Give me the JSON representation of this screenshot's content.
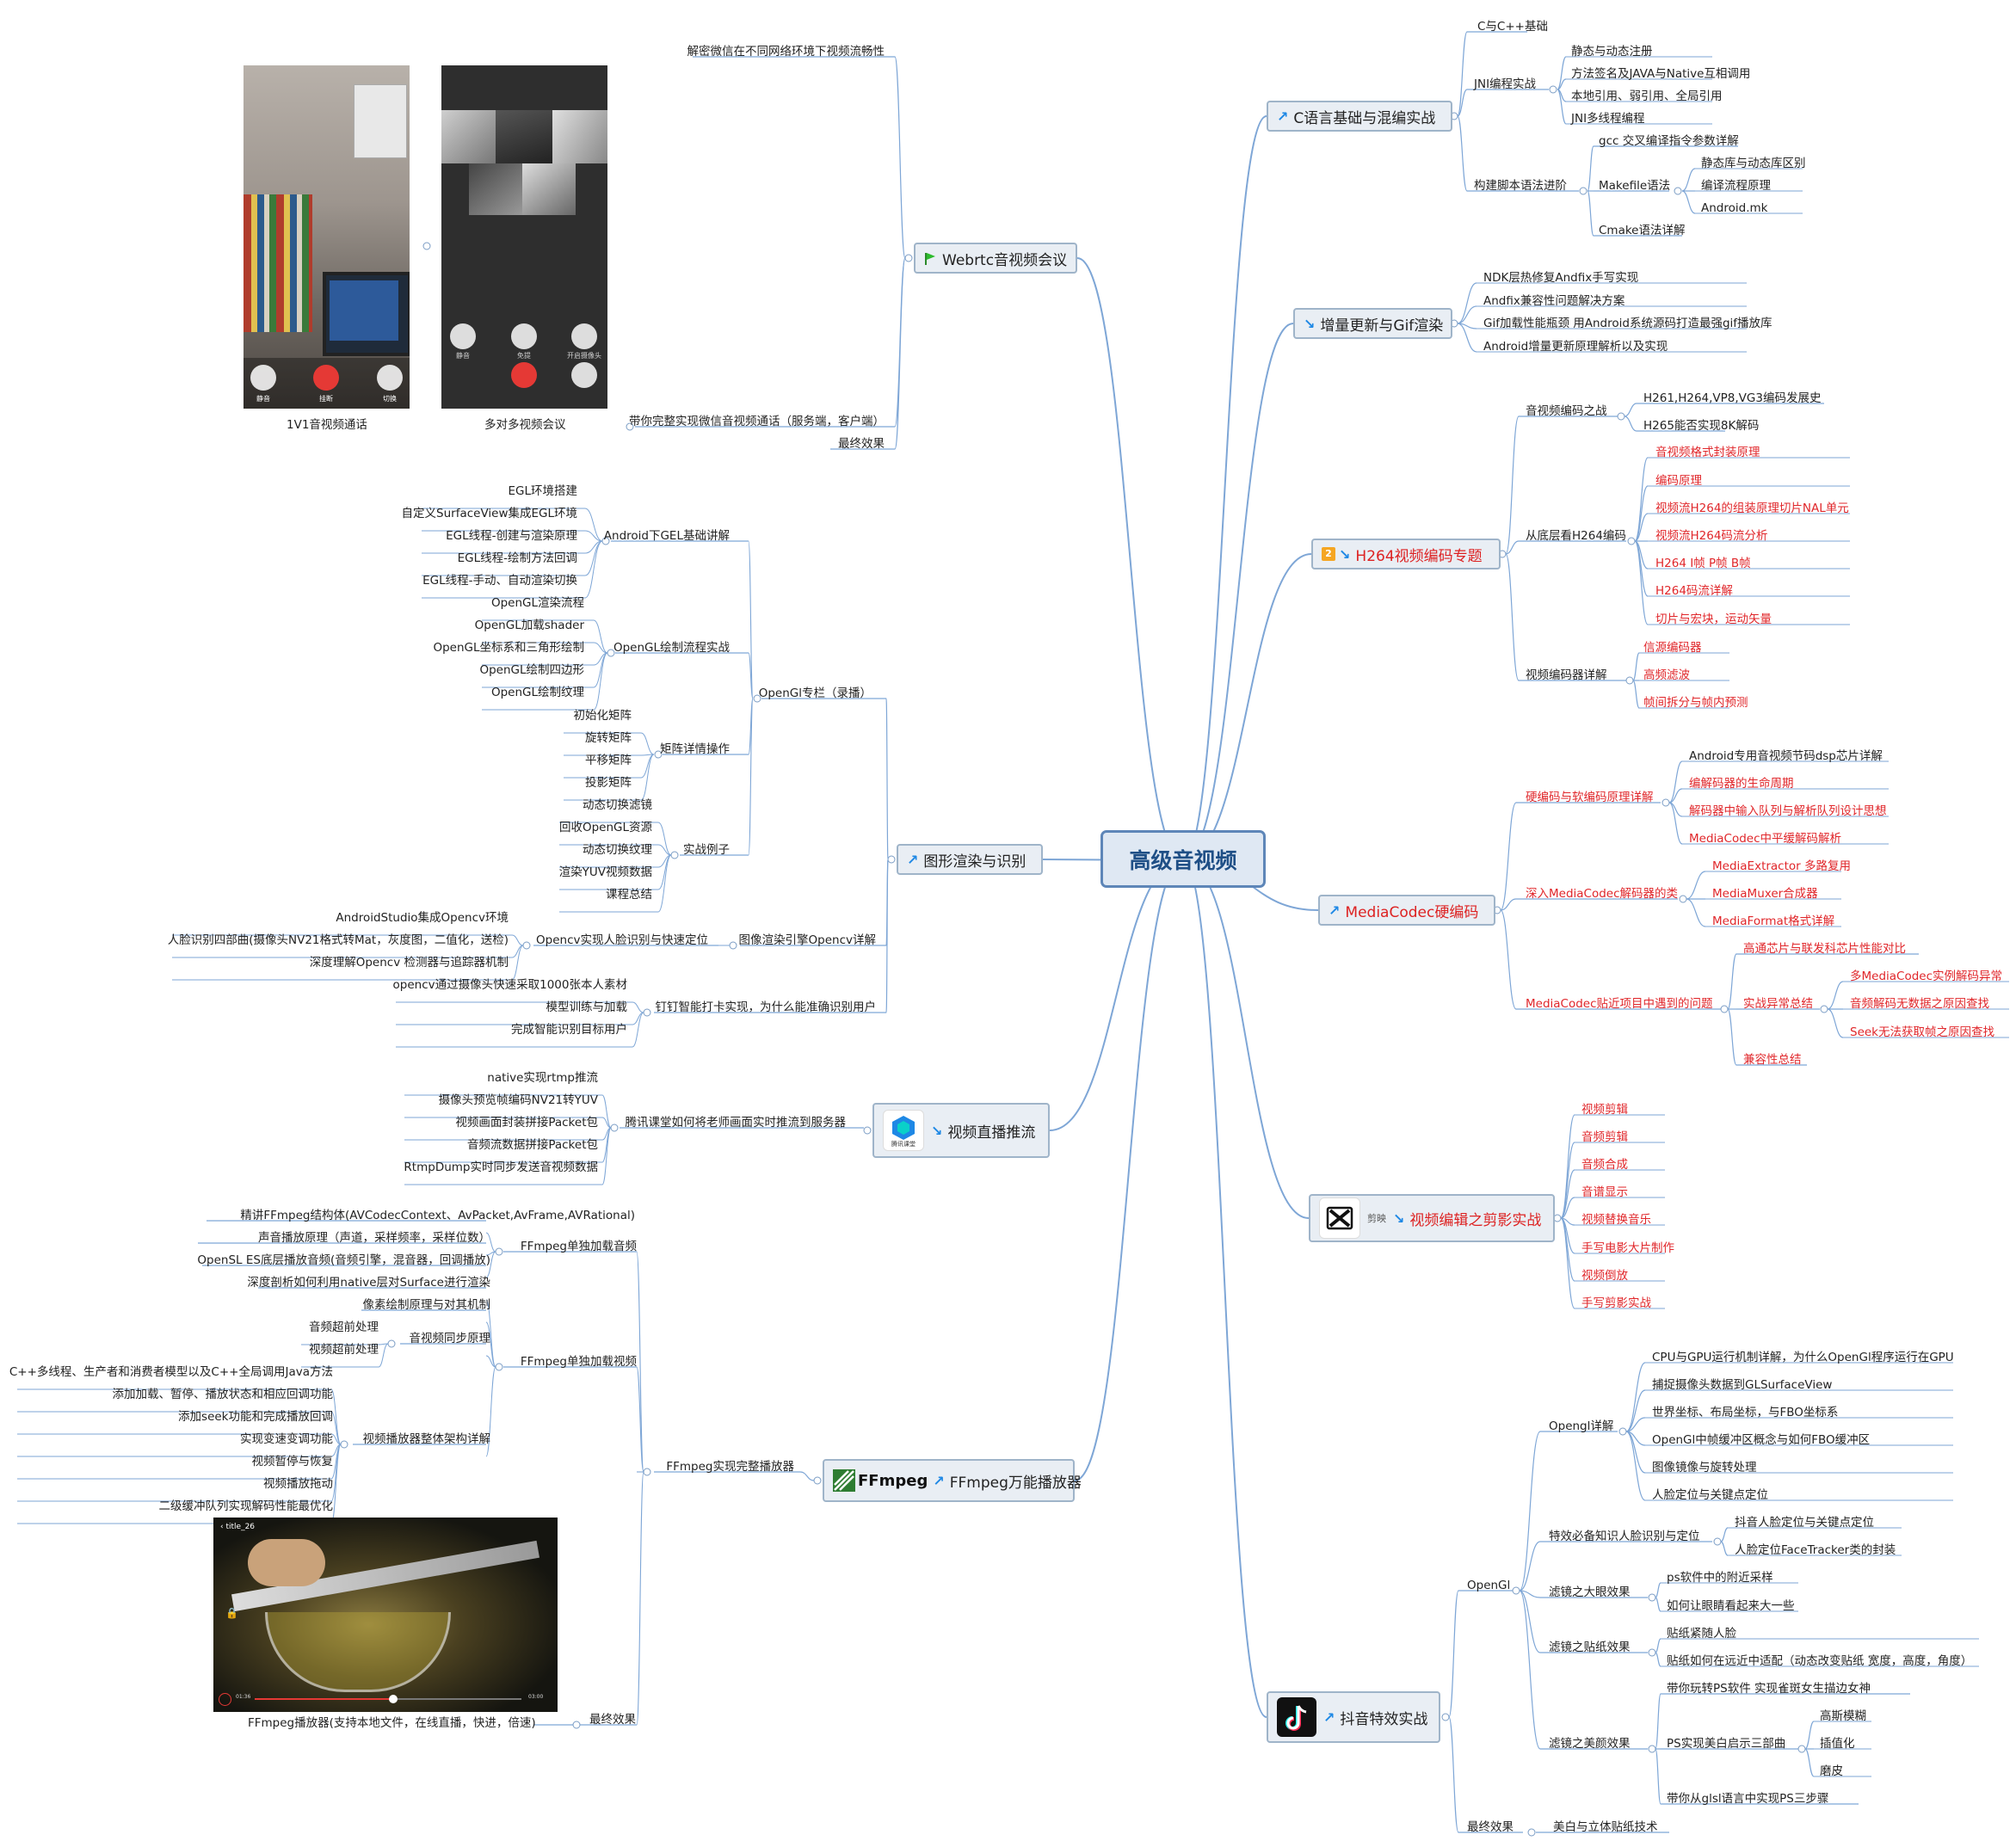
{
  "root": "高级音视频",
  "colors": {
    "line": "#7ea6d6",
    "red_text": "#e0262a",
    "node_border": "#9fb4c9",
    "node_fill": "#e9eef4",
    "root_border": "#5e86b8"
  },
  "right": {
    "c": {
      "label": "C语言基础与混编实战",
      "basic": "C与C++基础",
      "jni": "JNI编程实战",
      "jni_items": [
        "静态与动态注册",
        "方法签名及JAVA与Native互相调用",
        "本地引用、弱引用、全局引用",
        "JNI多线程编程"
      ],
      "build": "构建脚本语法进阶",
      "gcc": "gcc 交叉编译指令参数详解",
      "makefile": "Makefile语法",
      "make_items": [
        "静态库与动态库区别",
        "编译流程原理",
        "Android.mk"
      ],
      "cmake": "Cmake语法详解"
    },
    "gif": {
      "label": "增量更新与Gif渲染",
      "items": [
        "NDK层热修复Andfix手写实现",
        "Andfix兼容性问题解决方案",
        "Gif加载性能瓶颈  用Android系统源码打造最强gif播放库",
        "Android增量更新原理解析以及实现"
      ]
    },
    "h264": {
      "label": "H264视频编码专题",
      "badge": "2",
      "war": "音视频编码之战",
      "war_items": [
        "H261,H264,VP8,VG3编码发展史",
        "H265能否实现8K解码"
      ],
      "bottom": "从底层看H264编码",
      "bottom_items": [
        "音视频格式封装原理",
        "编码原理",
        "视频流H264的组装原理切片NAL单元",
        "视频流H264码流分析",
        "H264 I帧 P帧 B帧",
        "H264码流详解",
        "切片与宏块，运动矢量"
      ],
      "encoder": "视频编码器详解",
      "encoder_items": [
        "信源编码器",
        "高频滤波",
        "帧间拆分与帧内预测"
      ]
    },
    "mediacodec": {
      "label": "MediaCodec硬编码",
      "hw": "硬编码与软编码原理详解",
      "hw_items": [
        "Android专用音视频节码dsp芯片详解",
        "编解码器的生命周期",
        "解码器中输入队列与解析队列设计思想",
        "MediaCodec中平缓解码解析"
      ],
      "deep": "深入MediaCodec解码器的类",
      "deep_items": [
        "MediaExtractor 多路复用",
        "MediaMuxer合成器",
        "MediaFormat格式详解"
      ],
      "issues": "MediaCodec贴近项目中遇到的问题",
      "issue_top": "高通芯片与联发科芯片性能对比",
      "exc": "实战异常总结",
      "exc_items": [
        "多MediaCodec实例解码异常",
        "音频解码无数据之原因查找",
        "Seek无法获取帧之原因查找"
      ],
      "compat": "兼容性总结"
    },
    "capcut": {
      "label": "视频编辑之剪影实战",
      "logo_text": "剪映",
      "items": [
        "视频剪辑",
        "音频剪辑",
        "音频合成",
        "音谱显示",
        "视频替换音乐",
        "手写电影大片制作",
        "视频倒放",
        "手写剪影实战"
      ]
    },
    "douyin": {
      "label": "抖音特效实战",
      "opengl": "OpenGl",
      "detail": "Opengl详解",
      "detail_items": [
        "CPU与GPU运行机制详解，为什么OpenGl程序运行在GPU",
        "捕捉摄像头数据到GLSurfaceView",
        "世界坐标、布局坐标，与FBO坐标系",
        "OpenGl中帧缓冲区概念与如何FBO缓冲区",
        "图像镜像与旋转处理",
        "人脸定位与关键点定位"
      ],
      "face": "特效必备知识人脸识别与定位",
      "face_items": [
        "抖音人脸定位与关键点定位",
        "人脸定位FaceTracker类的封装"
      ],
      "bigeye": "滤镜之大眼效果",
      "bigeye_items": [
        "ps软件中的附近采样",
        "如何让眼睛看起来大一些"
      ],
      "sticker": "滤镜之贴纸效果",
      "sticker_items": [
        "贴纸紧随人脸",
        "贴纸如何在远近中适配（动态改变贴纸 宽度，高度，角度）"
      ],
      "beauty": "滤镜之美颜效果",
      "beauty_top": "带你玩转PS软件 实现雀斑女生描边女神",
      "ps": "PS实现美白启示三部曲",
      "ps_items": [
        "高斯模糊",
        "插值化",
        "磨皮"
      ],
      "glsl": "带你从glsl语言中实现PS三步骤",
      "final": "最终效果",
      "final_item": "美白与立体贴纸技术"
    }
  },
  "left": {
    "webrtc": {
      "label": "Webrtc音视频会议",
      "items": [
        "解密微信在不同网络环境下视频流畅性",
        "带你完整实现微信音视频通话（服务端，客户端）",
        "最终效果"
      ],
      "cap1": "1V1音视频通话",
      "cap2": "多对多视频会议",
      "btns1": [
        "静音",
        "挂断",
        "切换"
      ],
      "btns2": [
        "静音",
        "免提",
        "开启摄像头"
      ]
    },
    "render": {
      "label": "图形渲染与识别",
      "opengl": "OpenGl专栏（录播）",
      "egl": "Android下GEL基础讲解",
      "egl_items": [
        "EGL环境搭建",
        "自定义SurfaceView集成EGL环境",
        "EGL线程-创建与渲染原理",
        "EGL线程-绘制方法回调",
        "EGL线程-手动、自动渲染切换"
      ],
      "draw": "OpenGL绘制流程实战",
      "draw_items": [
        "OpenGL渲染流程",
        "OpenGL加载shader",
        "OpenGL坐标系和三角形绘制",
        "OpenGL绘制四边形",
        "OpenGL绘制纹理"
      ],
      "matrix": "矩阵详情操作",
      "matrix_items": [
        "初始化矩阵",
        "旋转矩阵",
        "平移矩阵",
        "投影矩阵"
      ],
      "example": "实战例子",
      "example_items": [
        "动态切换滤镜",
        "回收OpenGL资源",
        "动态切换纹理",
        "渲染YUV视频数据",
        "课程总结"
      ],
      "opencv": "图像渲染引擎Opencv详解",
      "face": "Opencv实现人脸识别与快速定位",
      "face_items": [
        "AndroidStudio集成Opencv环境",
        "人脸识别四部曲(摄像头NV21格式转Mat，灰度图，二值化，送检)",
        "深度理解Opencv  检测器与追踪器机制"
      ],
      "ding": "钉钉智能打卡实现，为什么能准确识别用户",
      "ding_items": [
        "opencv通过摄像头快速采取1000张本人素材",
        "模型训练与加载",
        "完成智能识别目标用户"
      ]
    },
    "live": {
      "label": "视频直播推流",
      "logo_text": "腾讯课堂",
      "sub": "腾讯课堂如何将老师画面实时推流到服务器",
      "items": [
        "native实现rtmp推流",
        "摄像头预览帧编码NV21转YUV",
        "视频画面封装拼接Packet包",
        "音频流数据拼接Packet包",
        "RtmpDump实时同步发送音视频数据"
      ]
    },
    "ffmpeg": {
      "label": "FFmpeg万能播放器",
      "logo": "FFmpeg",
      "player": "FFmpeg实现完整播放器",
      "audio": "FFmpeg单独加载音频",
      "audio_items": [
        "精讲FFmpeg结构体(AVCodecContext、AvPacket,AvFrame,AVRational)",
        "声音播放原理（声道，采样频率，采样位数）",
        "OpenSL ES底层播放音频(音频引擎，混音器，回调播放)"
      ],
      "video": "FFmpeg单独加载视频",
      "video_items": [
        "深度剖析如何利用native层对Surface进行渲染",
        "像素绘制原理与对其机制"
      ],
      "sync": "音视频同步原理",
      "sync_items": [
        "音频超前处理",
        "视频超前处理"
      ],
      "arch": "视频播放器整体架构详解",
      "arch_items": [
        "C++多线程、生产者和消费者模型以及C++全局调用Java方法",
        "添加加载、暂停、播放状态和相应回调功能",
        "添加seek功能和完成播放回调",
        "实现变速变调功能",
        "视频暂停与恢复",
        "视频播放拖动",
        "二级缓冲队列实现解码性能最优化"
      ],
      "final": "最终效果",
      "caption": "FFmpeg播放器(支持本地文件，在线直播，快进，倍速)",
      "video_title": "title_26",
      "time_start": "01:36",
      "time_end": "03:00",
      "progress": 0.52
    }
  }
}
